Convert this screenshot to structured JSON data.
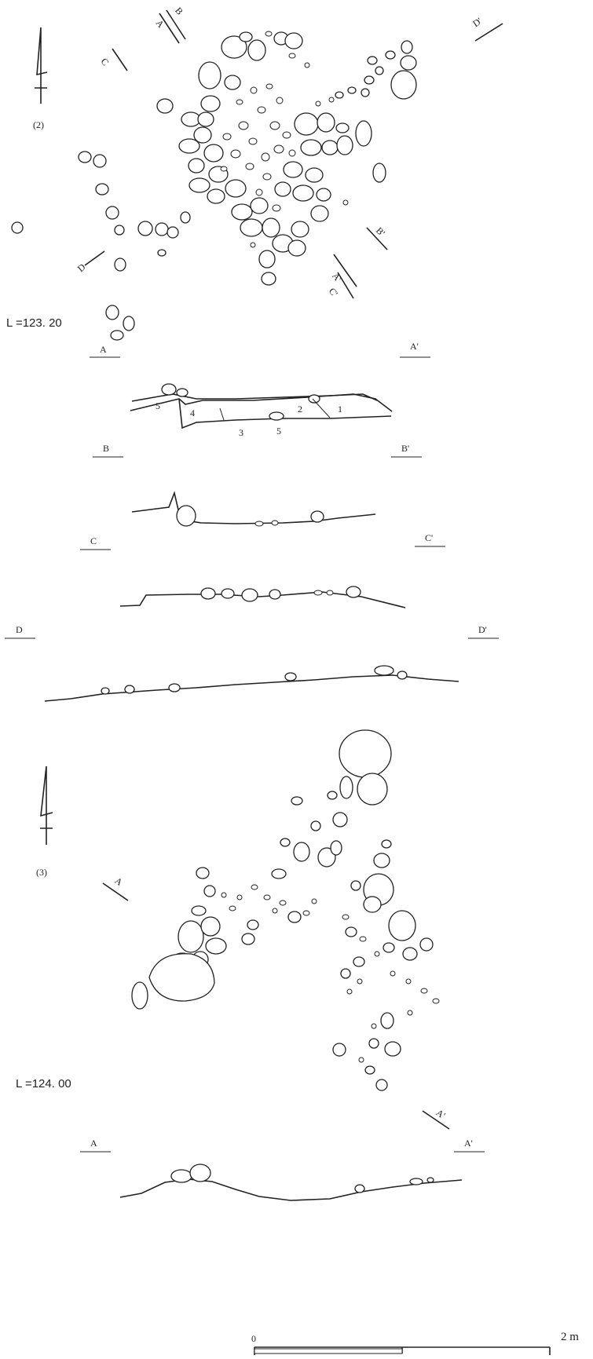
{
  "figure2": {
    "label": "(2)",
    "elevation": "L =123. 20",
    "plan_marks": {
      "a": "A",
      "b": "B",
      "c": "C",
      "d": "D",
      "a_prime": "A'",
      "b_prime": "B'",
      "c_prime": "C'",
      "d_prime": "D'"
    },
    "sections": [
      {
        "left": "A",
        "right": "A'"
      },
      {
        "left": "B",
        "right": "B'"
      },
      {
        "left": "C",
        "right": "C'"
      },
      {
        "left": "D",
        "right": "D'"
      }
    ],
    "layers": [
      "5",
      "4",
      "2",
      "1",
      "3",
      "5"
    ]
  },
  "figure3": {
    "label": "(3)",
    "elevation": "L =124. 00",
    "plan_marks": {
      "a": "A",
      "a_prime": "A'"
    },
    "section": {
      "left": "A",
      "right": "A'"
    }
  },
  "scale": {
    "zero": "0",
    "end": "2 m"
  },
  "colors": {
    "ink": "#222222",
    "paper": "#ffffff"
  }
}
